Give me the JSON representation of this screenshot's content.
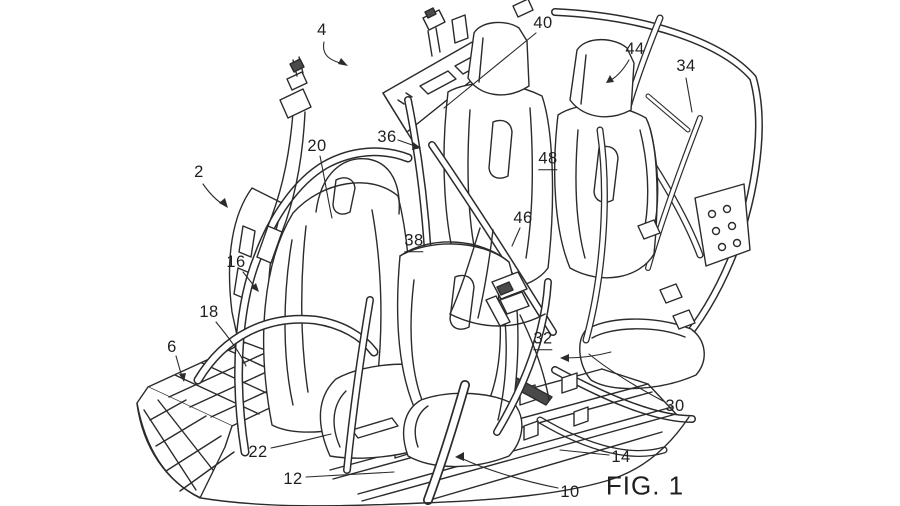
{
  "figure": {
    "caption": "FIG. 1",
    "labels": {
      "n2": {
        "text": "2"
      },
      "n4": {
        "text": "4"
      },
      "n6": {
        "text": "6"
      },
      "n10": {
        "text": "10"
      },
      "n12": {
        "text": "12"
      },
      "n14": {
        "text": "14"
      },
      "n16": {
        "text": "16"
      },
      "n18": {
        "text": "18"
      },
      "n20": {
        "text": "20"
      },
      "n22": {
        "text": "22"
      },
      "n30": {
        "text": "30"
      },
      "n32": {
        "text": "32"
      },
      "n34": {
        "text": "34"
      },
      "n36": {
        "text": "36"
      },
      "n38": {
        "text": "38"
      },
      "n40": {
        "text": "40"
      },
      "n44": {
        "text": "44"
      },
      "n46": {
        "text": "46"
      },
      "n48": {
        "text": "48"
      }
    },
    "colors": {
      "line": "#2b2b2b",
      "background": "#ffffff",
      "shade": "#4a4a4a"
    }
  }
}
